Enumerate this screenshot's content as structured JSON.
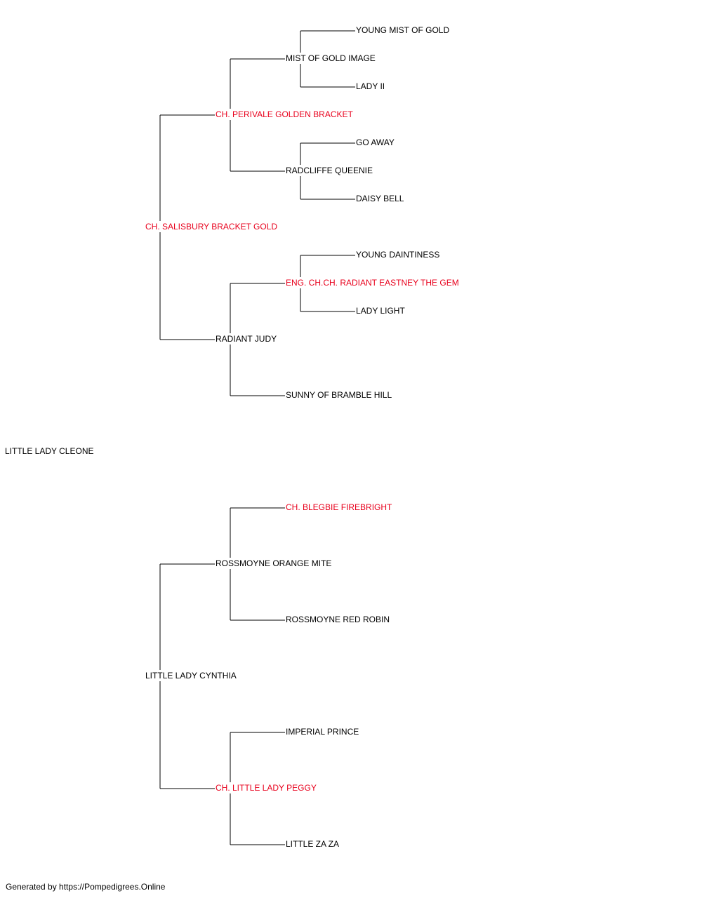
{
  "pedigree": {
    "subject": {
      "name": "LITTLE LADY CLEONE",
      "champion": false
    },
    "sire": {
      "name": "CH. SALISBURY BRACKET GOLD",
      "champion": true,
      "sire": {
        "name": "CH. PERIVALE GOLDEN BRACKET",
        "champion": true,
        "sire": {
          "name": "MIST OF GOLD IMAGE",
          "champion": false,
          "sire": {
            "name": "YOUNG MIST OF GOLD",
            "champion": false
          },
          "dam": {
            "name": "LADY II",
            "champion": false
          }
        },
        "dam": {
          "name": "RADCLIFFE QUEENIE",
          "champion": false,
          "sire": {
            "name": "GO AWAY",
            "champion": false
          },
          "dam": {
            "name": "DAISY BELL",
            "champion": false
          }
        }
      },
      "dam": {
        "name": "RADIANT JUDY",
        "champion": false,
        "sire": {
          "name": "ENG. CH.CH. RADIANT EASTNEY THE GEM",
          "champion": true,
          "sire": {
            "name": "YOUNG DAINTINESS",
            "champion": false
          },
          "dam": {
            "name": "LADY LIGHT",
            "champion": false
          }
        },
        "dam": {
          "name": "SUNNY OF BRAMBLE HILL",
          "champion": false
        }
      }
    },
    "dam": {
      "name": "LITTLE LADY CYNTHIA",
      "champion": false,
      "sire": {
        "name": "ROSSMOYNE ORANGE MITE",
        "champion": false,
        "sire": {
          "name": "CH. BLEGBIE FIREBRIGHT",
          "champion": true
        },
        "dam": {
          "name": "ROSSMOYNE RED ROBIN",
          "champion": false
        }
      },
      "dam": {
        "name": "CH. LITTLE LADY PEGGY",
        "champion": true,
        "sire": {
          "name": "IMPERIAL PRINCE",
          "champion": false
        },
        "dam": {
          "name": "LITTLE ZA ZA",
          "champion": false
        }
      }
    }
  },
  "footer": {
    "text": "Generated by https://Pompedigrees.Online"
  },
  "colors": {
    "champion": "#e8001c",
    "default": "#000000",
    "line": "#000000"
  }
}
